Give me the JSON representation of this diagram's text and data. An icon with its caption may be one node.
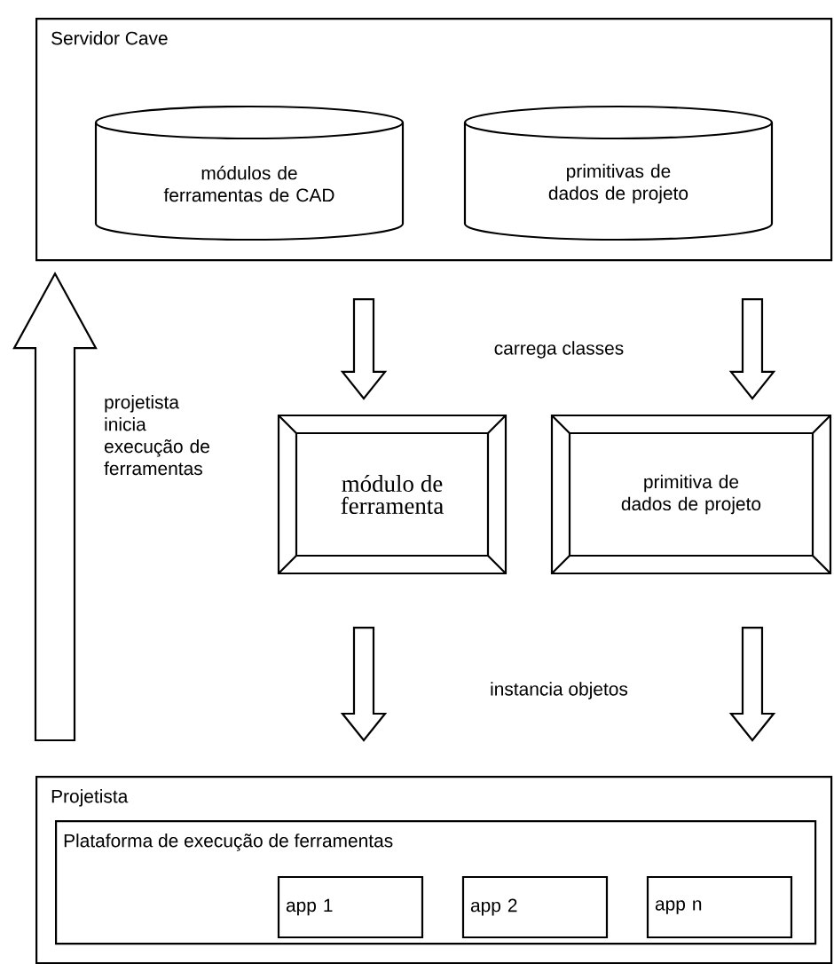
{
  "diagram": {
    "nodes": [
      {
        "text": [
          "Servidor Cave"
        ]
      },
      {
        "text": [
          "módulos de ferramentas de CAD"
        ],
        "in": 0
      },
      {
        "text": [
          "primitivas de dados de projeto"
        ],
        "in": 0
      },
      {
        "text": [
          "módulo de ferramenta"
        ]
      },
      {
        "text": [
          "primitiva de dados de projeto"
        ]
      },
      {
        "text": [
          "Projetista"
        ]
      },
      {
        "text": [
          "Plataforma de execução de ferramentas"
        ],
        "in": 5
      },
      {
        "text": [
          "app 1"
        ],
        "in": 6
      },
      {
        "text": [
          "app 2"
        ],
        "in": 6
      },
      {
        "text": [
          "app n"
        ],
        "in": 6
      }
    ],
    "edges": [
      {
        "from": 1,
        "to": 3,
        "arrow": "to"
      },
      {
        "from": 2,
        "to": 4,
        "arrow": "to"
      },
      {
        "from": 3,
        "to": 5,
        "arrow": "to"
      },
      {
        "from": 4,
        "to": 5,
        "arrow": "to"
      },
      {
        "from": 5,
        "to": 0,
        "arrow": "to",
        "label": "projetista inicia execução de ferramentas"
      }
    ],
    "labels": [
      "carrega classes",
      "instancia objetos"
    ]
  }
}
